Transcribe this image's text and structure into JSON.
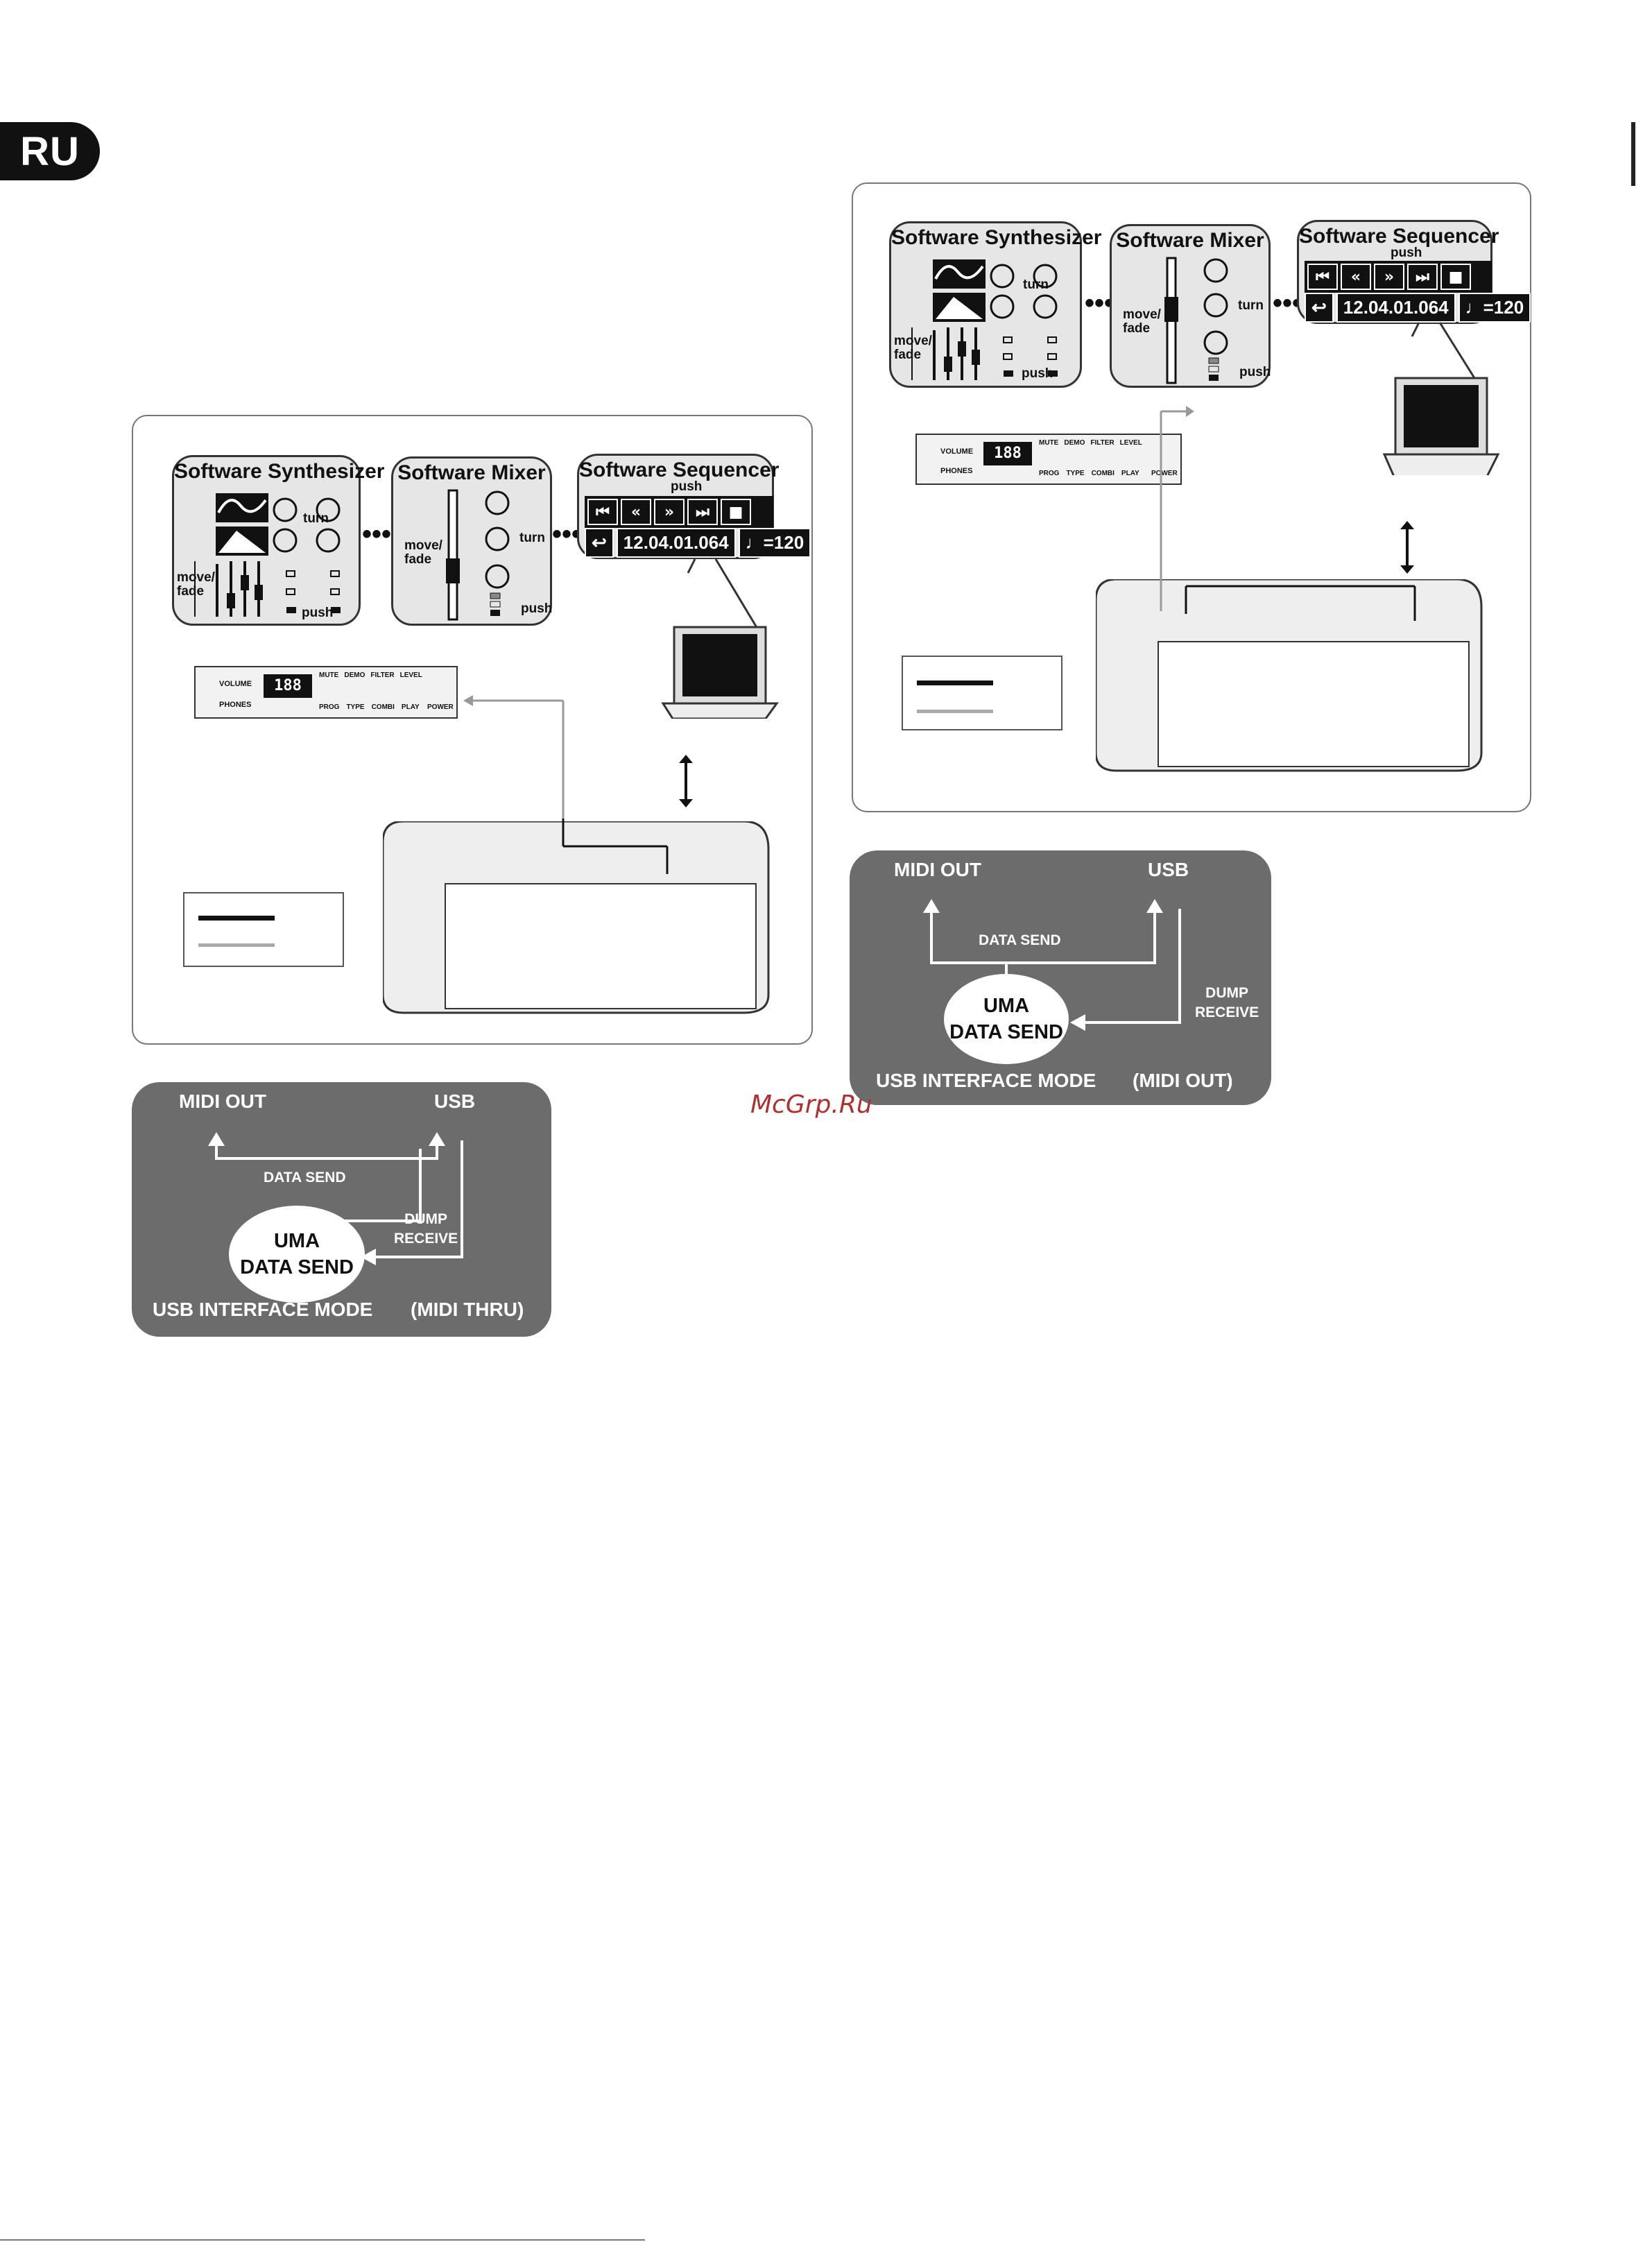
{
  "page": {
    "lang_badge": "RU",
    "watermark": "McGrp.Ru"
  },
  "left_diagram": {
    "synth": {
      "title": "Software Synthesizer",
      "turn": "turn",
      "move_fade": "move/\nfade",
      "push": "push"
    },
    "mixer": {
      "title": "Software Mixer",
      "turn": "turn",
      "move_fade": "move/\nfade",
      "push": "push"
    },
    "sequencer": {
      "title": "Software Sequencer",
      "push": "push",
      "position": "12.04.01.064",
      "tempo": "♩=120"
    },
    "module": {
      "volume": "VOLUME",
      "phones": "PHONES",
      "display": "188",
      "top_buttons": [
        "MUTE",
        "DEMO",
        "FILTER",
        "LEVEL"
      ],
      "bottom_buttons": [
        "PROG",
        "TYPE",
        "COMBI",
        "PLAY"
      ],
      "power": "POWER"
    }
  },
  "right_diagram": {
    "synth": {
      "title": "Software Synthesizer",
      "turn": "turn",
      "move_fade": "move/\nfade",
      "push": "push"
    },
    "mixer": {
      "title": "Software Mixer",
      "turn": "turn",
      "move_fade": "move/\nfade",
      "push": "push"
    },
    "sequencer": {
      "title": "Software Sequencer",
      "push": "push",
      "position": "12.04.01.064",
      "tempo": "♩=120"
    },
    "module": {
      "volume": "VOLUME",
      "phones": "PHONES",
      "display": "188",
      "top_buttons": [
        "MUTE",
        "DEMO",
        "FILTER",
        "LEVEL"
      ],
      "bottom_buttons": [
        "PROG",
        "TYPE",
        "COMBI",
        "PLAY"
      ],
      "power": "POWER"
    }
  },
  "flow_left": {
    "midi_out": "MIDI OUT",
    "usb": "USB",
    "data_send": "DATA SEND",
    "uma_line1": "UMA",
    "uma_line2": "DATA SEND",
    "dump": "DUMP",
    "receive": "RECEIVE",
    "mode": "USB INTERFACE MODE",
    "mode_sub": "(MIDI THRU)"
  },
  "flow_right": {
    "midi_out": "MIDI OUT",
    "usb": "USB",
    "data_send": "DATA SEND",
    "uma_line1": "UMA",
    "uma_line2": "DATA SEND",
    "dump": "DUMP",
    "receive": "RECEIVE",
    "mode": "USB INTERFACE MODE",
    "mode_sub": "(MIDI OUT)"
  },
  "colors": {
    "panel": "#6c6c6c",
    "badge": "#111111",
    "box_border": "#777777"
  }
}
